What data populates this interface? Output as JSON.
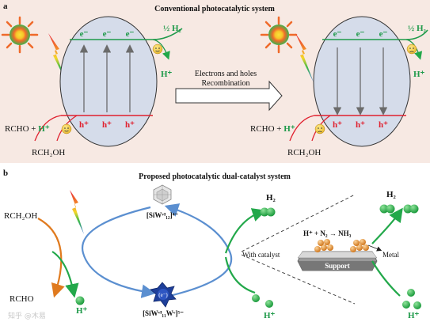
{
  "colors": {
    "panel_a_bg": "#f7e9e3",
    "ellipse_fill": "#d5dcea",
    "electron_line": "#1f9a4a",
    "hole_line": "#e0202e",
    "electron_text": "#1f9a4a",
    "hole_text": "#e0202e",
    "cycle_blue": "#5b8fd0",
    "green_arrow": "#22a84a",
    "orange_arrow": "#e07a1e",
    "support_gray": "#8a8a8a",
    "particle_orange": "#e89a3a"
  },
  "panel_a": {
    "label": "a",
    "title": "Conventional photocatalytic system",
    "left": {
      "electrons": [
        "e⁻",
        "e⁻",
        "e⁻"
      ],
      "holes": [
        "h⁺",
        "h⁺",
        "h⁺"
      ],
      "product_h2": "½ H₂",
      "proton_right": "H⁺",
      "reactant_left": "RCHO + ",
      "reactant_left_h": "H⁺",
      "alcohol": "RCH₂OH",
      "face_icon": "smiley-face-icon"
    },
    "middle_arrow": {
      "line1": "Electrons and holes",
      "line2": "Recombination"
    },
    "right": {
      "electrons": [
        "e⁻",
        "e⁻",
        "e⁻"
      ],
      "holes": [
        "h⁺",
        "h⁺",
        "h⁺"
      ],
      "product_h2": "½ H₂",
      "proton_right": "H⁺",
      "reactant_left": "RCHO + ",
      "reactant_left_h": "H⁺",
      "alcohol": "RCH₂OH",
      "face_icon": "sad-face-icon"
    }
  },
  "panel_b": {
    "label": "b",
    "title": "Proposed  photocatalytic dual-catalyst system",
    "alcohol": "RCH₂OH",
    "aldehyde": "RCHO",
    "proton_left": "H⁺",
    "cluster_top": "[SiWᵛᴵ₁₂]⁴⁻",
    "cluster_bottom": "[SiWᵛᴵ₁₁Wᵛ]⁵⁻",
    "cluster_bottom_inner": "(e⁻)",
    "h2_product": "H₂",
    "proton_right": "H⁺",
    "with_catalyst": "With catalyst",
    "reaction": "H⁺ + N₂ → NH₃",
    "metal_label": "Metal",
    "support_label": "Support",
    "h2_product_right": "H₂",
    "proton_right_bottom": "H⁺",
    "watermark": "知乎 @木易"
  }
}
